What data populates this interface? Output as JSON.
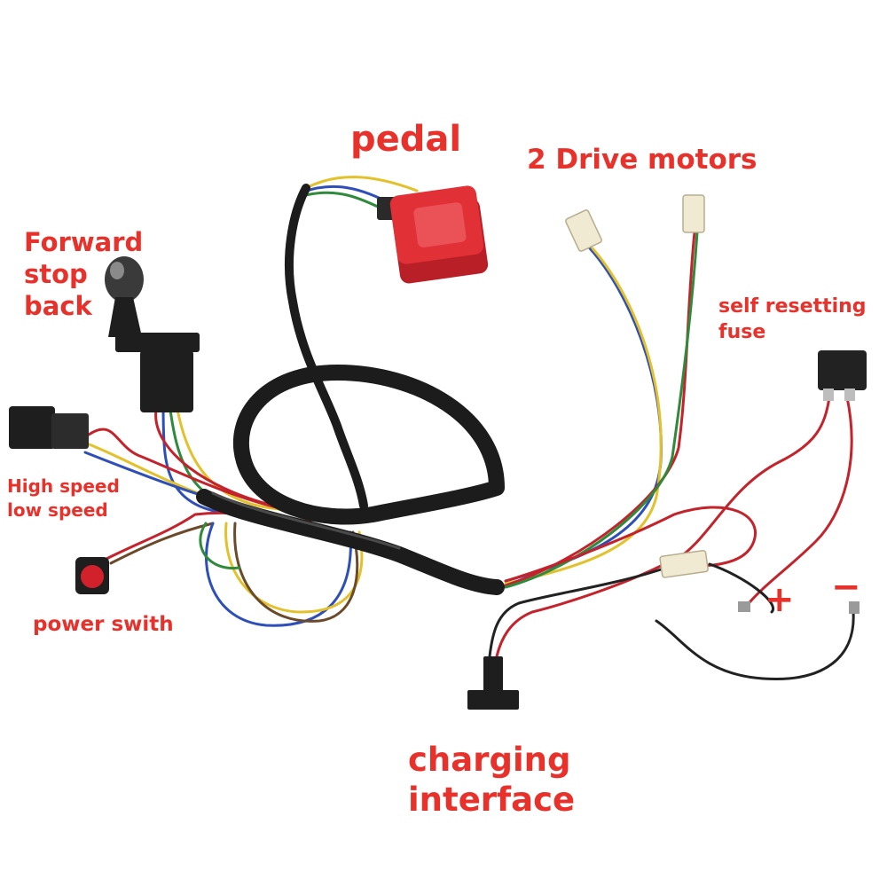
{
  "colors": {
    "label": "#e8312a",
    "sheath": "#1c1c1c",
    "pedal_red": "#e23037",
    "wire_red": "#c4232b",
    "wire_yellow": "#e2c12b",
    "wire_blue": "#2f4fb8",
    "wire_green": "#2f8a3c",
    "wire_brown": "#6b4a2a",
    "wire_black": "#222222",
    "connector_white": "#f1ead2"
  },
  "labels": {
    "pedal": "pedal",
    "drive_motors": "2 Drive motors",
    "forward_stop_back": [
      "Forward",
      "stop",
      "back"
    ],
    "self_resetting_fuse": [
      "self resetting",
      "fuse"
    ],
    "speed": [
      "High speed",
      "low speed"
    ],
    "power_switch": "power swith",
    "plus": "+",
    "minus": "−",
    "charging_interface": [
      "charging",
      "interface"
    ]
  },
  "components": [
    {
      "name": "pedal-switch",
      "kind": "red rocker pedal"
    },
    {
      "name": "gear-shifter",
      "kind": "forward/stop/back selector"
    },
    {
      "name": "speed-switch",
      "kind": "high/low rocker switch"
    },
    {
      "name": "power-switch",
      "kind": "round push button"
    },
    {
      "name": "motor-connector-left",
      "kind": "2-pin white connector"
    },
    {
      "name": "motor-connector-right",
      "kind": "2-pin white connector"
    },
    {
      "name": "self-resetting-fuse",
      "kind": "thermal breaker"
    },
    {
      "name": "battery-connector",
      "kind": "2-pin white connector"
    },
    {
      "name": "charging-port",
      "kind": "charging socket"
    }
  ]
}
